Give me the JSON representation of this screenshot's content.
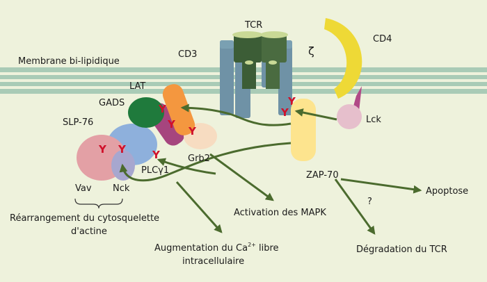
{
  "labels": {
    "membrane": "Membrane bi-lipidique",
    "tcr": "TCR",
    "cd3": "CD3",
    "zeta": "ζ",
    "cd4": "CD4",
    "lat": "LAT",
    "gads": "GADS",
    "slp76": "SLP-76",
    "lck": "Lck",
    "grb2": "Grb2",
    "plcg1": "PLCγ1",
    "vav": "Vav",
    "nck": "Nck",
    "zap70": "ZAP-70"
  },
  "outcomes": {
    "actin_line1": "Réarrangement du cytosquelette",
    "actin_line2": "d'actine",
    "mapk": "Activation des MAPK",
    "ca_pre": "Augmentation du Ca",
    "ca_sup": "2+",
    "ca_post": " libre",
    "ca_line2": "intracellulaire",
    "apoptose": "Apoptose",
    "tcr_degradation": "Dégradation du TCR",
    "question": "?"
  },
  "tyrosine_mark": "Y",
  "colors": {
    "background": "#eef2dc",
    "membrane": "#a9cbb6",
    "cd3": "#6f92a6",
    "tcr": "#3c5d36",
    "cd4": "#eed936",
    "zap70": "#fde48e",
    "lck": "#e6bfcc",
    "lat": "#f4973f",
    "gads": "#1f7a3c",
    "slp76": "#8eb0dc",
    "plcg1": "#a6457e",
    "grb2": "#f7dcc1",
    "vav": "#e3a0a5",
    "nck": "#a7a7cf",
    "arrow": "#4b6b2e",
    "tyrosine": "#d0102a"
  }
}
